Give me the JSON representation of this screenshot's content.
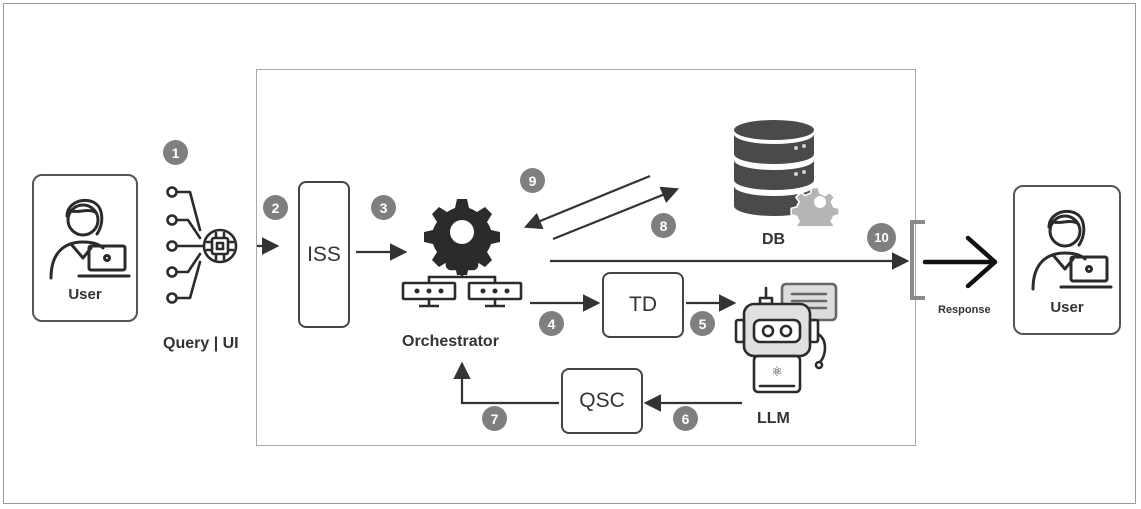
{
  "user_left": {
    "label": "User"
  },
  "user_right": {
    "label": "User"
  },
  "query": {
    "label": "Query | UI"
  },
  "nodes": {
    "iss": "ISS",
    "orchestrator": "Orchestrator",
    "td": "TD",
    "qsc": "QSC",
    "db": "DB",
    "llm": "LLM"
  },
  "response": {
    "label": "Response"
  },
  "steps": [
    "1",
    "2",
    "3",
    "4",
    "5",
    "6",
    "7",
    "8",
    "9",
    "10"
  ],
  "colors": {
    "badge": "#7f7f7f",
    "arrow": "#333333",
    "icon": "#2b2b2b"
  }
}
